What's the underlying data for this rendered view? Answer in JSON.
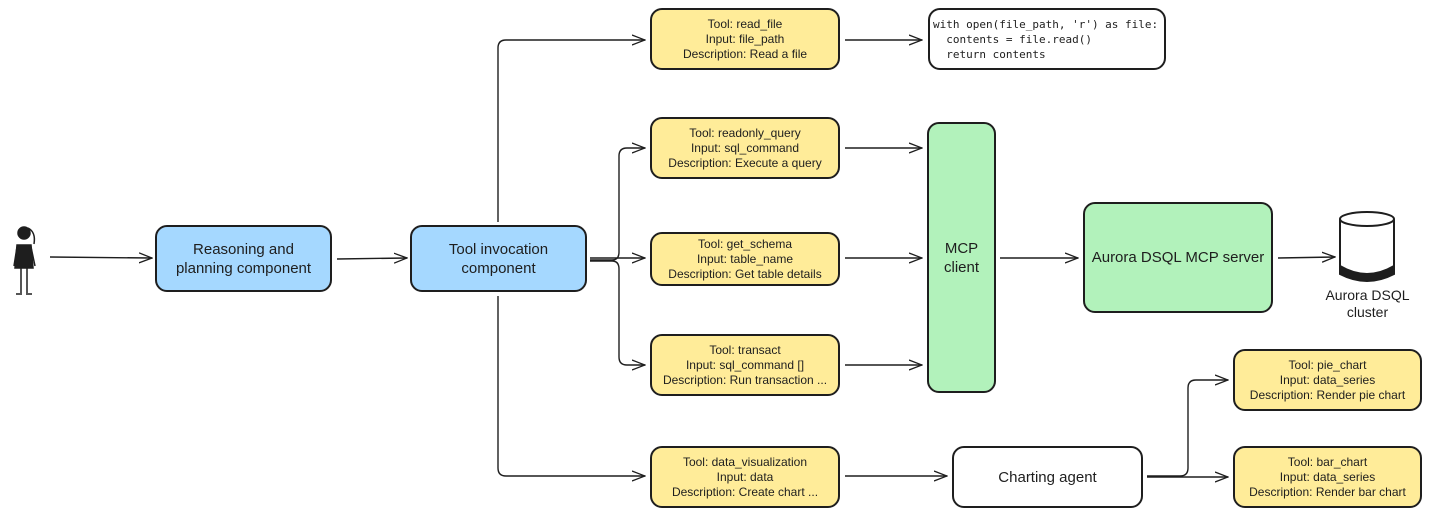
{
  "colors": {
    "component": "#a5d8ff",
    "tool": "#ffec99",
    "mcp": "#b2f2bb",
    "stroke": "#1e1e1e"
  },
  "user": {
    "icon": "person-figure-icon"
  },
  "reasoning": {
    "label": "Reasoning and planning component"
  },
  "invocation": {
    "label": "Tool invocation component"
  },
  "tools": [
    {
      "tool": "Tool: read_file",
      "input": "Input: file_path",
      "desc": "Description: Read a file"
    },
    {
      "tool": "Tool: readonly_query",
      "input": "Input: sql_command",
      "desc": "Description: Execute a query"
    },
    {
      "tool": "Tool: get_schema",
      "input": "Input: table_name",
      "desc": "Description: Get table details"
    },
    {
      "tool": "Tool: transact",
      "input": "Input: sql_command []",
      "desc": "Description: Run transaction ..."
    },
    {
      "tool": "Tool: data_visualization",
      "input": "Input: data",
      "desc": "Description: Create chart ..."
    },
    {
      "tool": "Tool: pie_chart",
      "input": "Input: data_series",
      "desc": "Description: Render pie chart"
    },
    {
      "tool": "Tool: bar_chart",
      "input": "Input: data_series",
      "desc": "Description: Render bar chart"
    }
  ],
  "code": {
    "lines": [
      "with open(file_path, 'r') as file:",
      "  contents = file.read()",
      "  return contents"
    ]
  },
  "mcp_client": {
    "label": "MCP client"
  },
  "mcp_server": {
    "label": "Aurora DSQL MCP server"
  },
  "cluster": {
    "label": "Aurora DSQL cluster",
    "icon": "database-cylinder-icon"
  },
  "charting": {
    "label": "Charting agent"
  }
}
